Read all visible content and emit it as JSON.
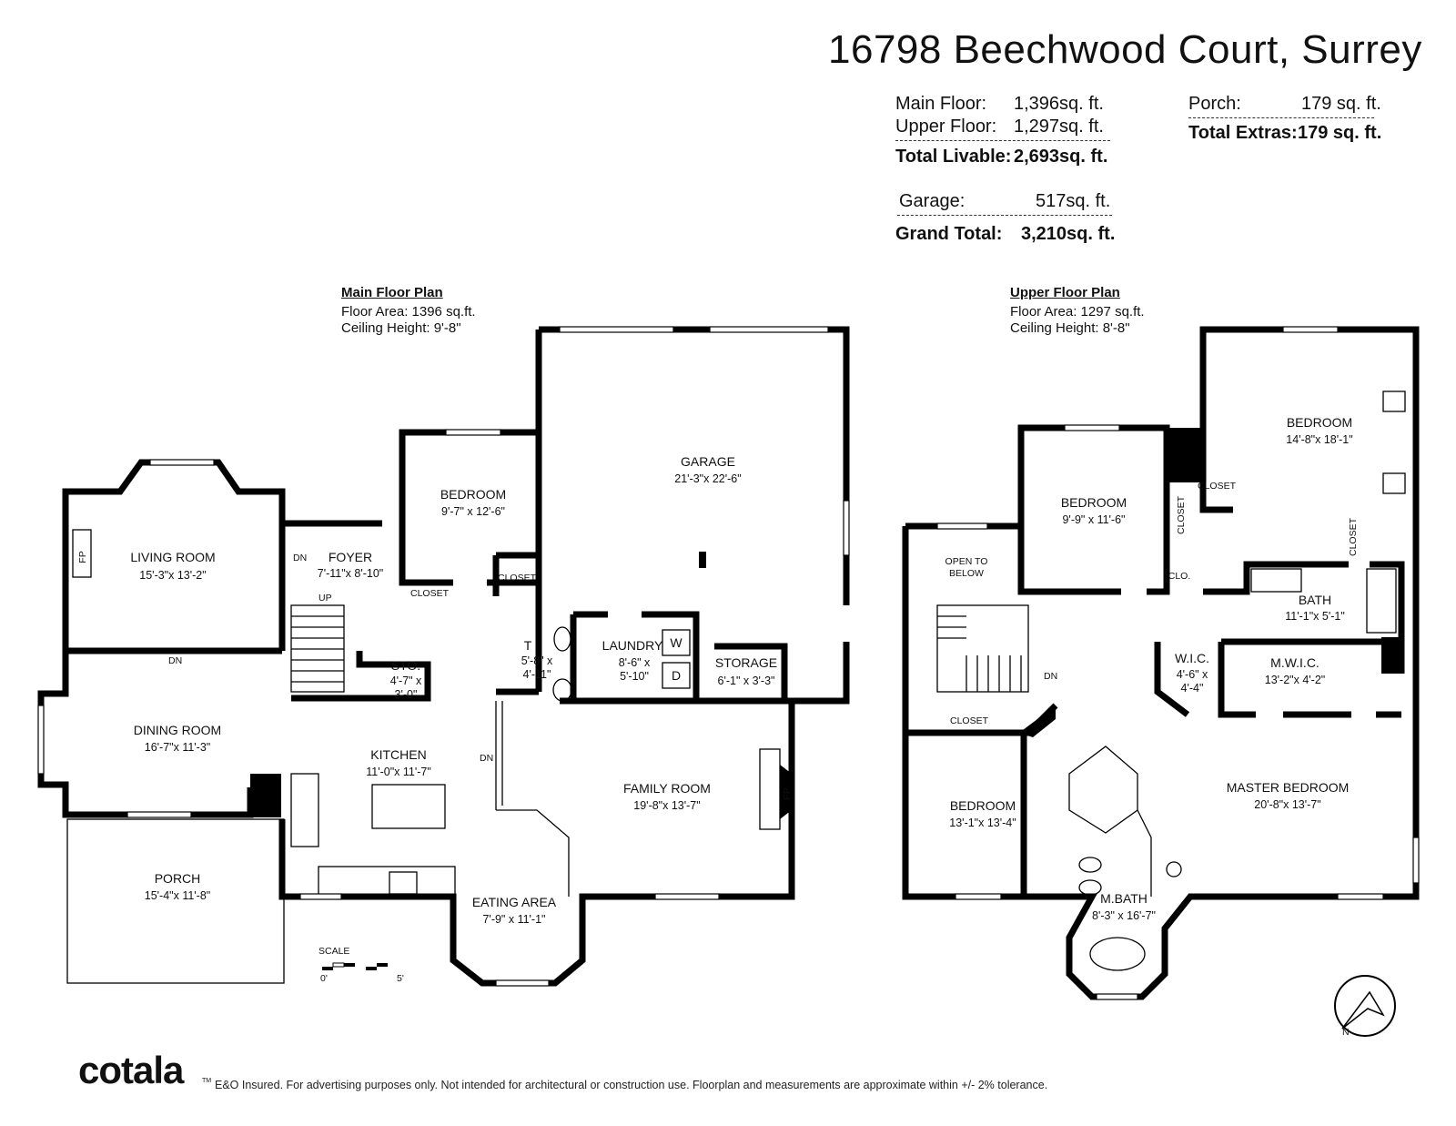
{
  "title": "16798 Beechwood Court, Surrey",
  "areas": {
    "main_floor": {
      "label": "Main Floor:",
      "value": "1,396sq. ft."
    },
    "upper_floor": {
      "label": "Upper Floor:",
      "value": "1,297sq. ft."
    },
    "total_livable": {
      "label": "Total Livable:",
      "value": "2,693sq. ft."
    },
    "garage": {
      "label": "Garage:",
      "value": "517sq. ft."
    },
    "grand_total": {
      "label": "Grand Total:",
      "value": "3,210sq. ft."
    },
    "porch": {
      "label": "Porch:",
      "value": "179 sq. ft."
    },
    "total_extras": {
      "label": "Total Extras:",
      "value": "179 sq. ft."
    }
  },
  "main_plan": {
    "heading": "Main Floor Plan",
    "floor_area": "Floor Area: 1396 sq.ft.",
    "ceiling": "Ceiling Height: 9'-8\"",
    "rooms": {
      "living": {
        "name": "LIVING ROOM",
        "dim": "15'-3\"x 13'-2\""
      },
      "foyer": {
        "name": "FOYER",
        "dim": "7'-11\"x 8'-10\""
      },
      "bedroom": {
        "name": "BEDROOM",
        "dim": "9'-7\" x 12'-6\""
      },
      "garage": {
        "name": "GARAGE",
        "dim": "21'-3\"x 22'-6\""
      },
      "dining": {
        "name": "DINING ROOM",
        "dim": "16'-7\"x 11'-3\""
      },
      "kitchen": {
        "name": "KITCHEN",
        "dim": "11'-0\"x 11'-7\""
      },
      "sto": {
        "name": "STO.",
        "dim1": "4'-7\" x",
        "dim2": "3'-0\""
      },
      "t": {
        "name": "T",
        "dim1": "5'-8\" x",
        "dim2": "4'-11\""
      },
      "laundry": {
        "name": "LAUNDRY",
        "dim1": "8'-6\" x",
        "dim2": "5'-10\""
      },
      "storage": {
        "name": "STORAGE",
        "dim": "6'-1\" x 3'-3\""
      },
      "family": {
        "name": "FAMILY ROOM",
        "dim": "19'-8\"x 13'-7\""
      },
      "porch": {
        "name": "PORCH",
        "dim": "15'-4\"x 11'-8\""
      },
      "eating": {
        "name": "EATING AREA",
        "dim": "7'-9\" x 11'-1\""
      }
    },
    "labels": {
      "closet1": "CLOSET",
      "closet2": "CLOSET",
      "fp1": "FP",
      "fp2": "FP",
      "dn1": "DN",
      "dn2": "DN",
      "dn3": "DN",
      "up": "UP",
      "w": "W",
      "d": "D",
      "scale": "SCALE",
      "scale0": "0'",
      "scale5": "5'"
    }
  },
  "upper_plan": {
    "heading": "Upper Floor Plan",
    "floor_area": "Floor Area: 1297 sq.ft.",
    "ceiling": "Ceiling Height: 8'-8\"",
    "rooms": {
      "bedroom_ne": {
        "name": "BEDROOM",
        "dim": "14'-8\"x 18'-1\""
      },
      "bedroom_n": {
        "name": "BEDROOM",
        "dim": "9'-9\" x 11'-6\""
      },
      "open": {
        "line1": "OPEN TO",
        "line2": "BELOW"
      },
      "bath": {
        "name": "BATH",
        "dim": "11'-1\"x 5'-1\""
      },
      "wic": {
        "name": "W.I.C.",
        "dim1": "4'-6\" x",
        "dim2": "4'-4\""
      },
      "mwic": {
        "name": "M.W.I.C.",
        "dim": "13'-2\"x 4'-2\""
      },
      "bedroom_sw": {
        "name": "BEDROOM",
        "dim": "13'-1\"x 13'-4\""
      },
      "master": {
        "name": "MASTER BEDROOM",
        "dim": "20'-8\"x 13'-7\""
      },
      "mbath": {
        "name": "M.BATH",
        "dim": "8'-3\" x 16'-7\""
      }
    },
    "labels": {
      "closet1": "CLOSET",
      "closet2": "CLOSET",
      "closet3": "CLOSET",
      "closet4": "CLOSET",
      "clo": "CLO.",
      "dn": "DN",
      "north": "N"
    }
  },
  "footer": {
    "logo": "cotala",
    "tm": "TM",
    "disclaimer": "E&O Insured. For advertising purposes only. Not intended for architectural or construction use. Floorplan and measurements are approximate within +/- 2% tolerance."
  }
}
